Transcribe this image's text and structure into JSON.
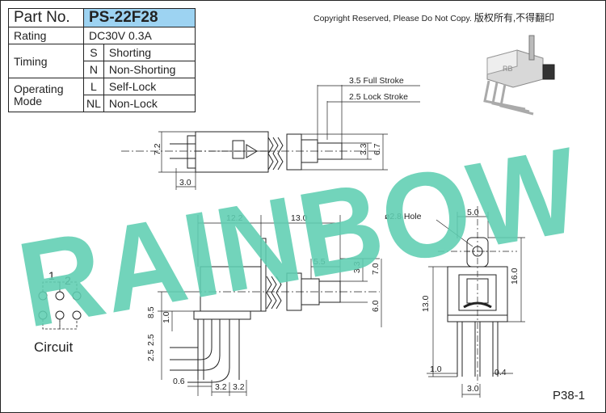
{
  "spec_table": {
    "part_no_label": "Part No.",
    "part_no_value": "PS-22F28",
    "rating_label": "Rating",
    "rating_value": "DC30V 0.3A",
    "timing_label": "Timing",
    "timing_rows": [
      {
        "code": "S",
        "text": "Shorting"
      },
      {
        "code": "N",
        "text": "Non-Shorting"
      }
    ],
    "operating_label_line1": "Operating",
    "operating_label_line2": "Mode",
    "operating_rows": [
      {
        "code": "L",
        "text": "Self-Lock"
      },
      {
        "code": "NL",
        "text": "Non-Lock"
      }
    ]
  },
  "copyright": {
    "en": "Copyright Reserved, Please Do Not Copy.",
    "cn": "版权所有,不得翻印"
  },
  "watermark": "RAINBOW",
  "page_number": "P38-1",
  "circuit": {
    "label": "Circuit",
    "pin1": "1",
    "pin2": "2"
  },
  "dimensions": {
    "full_stroke": "3.5 Full Stroke",
    "lock_stroke": "2.5 Lock Stroke",
    "d72": "7.2",
    "d30": "3.0",
    "d33a": "3.3",
    "d67": "6.7",
    "d122": "12.2",
    "d130": "13.0",
    "d55": "5.5",
    "d33b": "3.3",
    "d70": "7.0",
    "d60": "6.0",
    "d85": "8.5",
    "d10a": "1.0",
    "d25a": "2.5",
    "d25b": "2.5",
    "d06": "0.6",
    "d32a": "3.2",
    "d32b": "3.2",
    "hole": "ø2.8 Hole",
    "d50": "5.0",
    "d160": "16.0",
    "d130b": "13.0",
    "d10b": "1.0",
    "d04": "0.4",
    "d30b": "3.0"
  },
  "colors": {
    "part_no_bg": "#9dd3f2",
    "watermark": "#5fcfb2",
    "line": "#222222"
  }
}
